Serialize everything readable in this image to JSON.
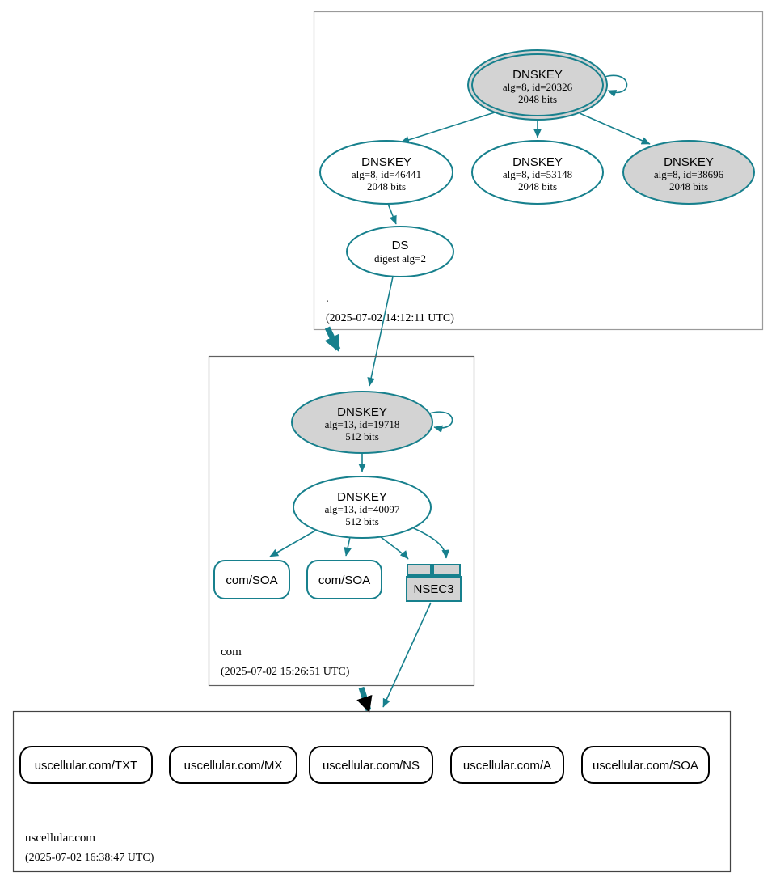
{
  "colors": {
    "secure_teal": "#17808d",
    "insecure_black": "#000000",
    "node_fill_gray": "#d3d3d3",
    "node_fill_white": "#ffffff",
    "zone_border_root": "#9a9a9a",
    "zone_border_com": "#5f5f5f",
    "zone_border_uscellular": "#434343",
    "background": "#ffffff"
  },
  "zones": {
    "root": {
      "name": ".",
      "timestamp": "(2025-07-02 14:12:11 UTC)",
      "nodes": {
        "ksk": {
          "title": "DNSKEY",
          "detail1": "alg=8, id=20326",
          "detail2": "2048 bits"
        },
        "zsk_left": {
          "title": "DNSKEY",
          "detail1": "alg=8, id=46441",
          "detail2": "2048 bits"
        },
        "zsk_mid": {
          "title": "DNSKEY",
          "detail1": "alg=8, id=53148",
          "detail2": "2048 bits"
        },
        "zsk_right": {
          "title": "DNSKEY",
          "detail1": "alg=8, id=38696",
          "detail2": "2048 bits"
        },
        "ds": {
          "title": "DS",
          "detail1": "digest alg=2"
        }
      }
    },
    "com": {
      "name": "com",
      "timestamp": "(2025-07-02 15:26:51 UTC)",
      "nodes": {
        "ksk": {
          "title": "DNSKEY",
          "detail1": "alg=13, id=19718",
          "detail2": "512 bits"
        },
        "zsk": {
          "title": "DNSKEY",
          "detail1": "alg=13, id=40097",
          "detail2": "512 bits"
        },
        "soa_left": {
          "label": "com/SOA"
        },
        "soa_right": {
          "label": "com/SOA"
        },
        "nsec3": {
          "label": "NSEC3"
        }
      }
    },
    "uscellular": {
      "name": "uscellular.com",
      "timestamp": "(2025-07-02 16:38:47 UTC)",
      "nodes": {
        "txt": {
          "label": "uscellular.com/TXT"
        },
        "mx": {
          "label": "uscellular.com/MX"
        },
        "ns": {
          "label": "uscellular.com/NS"
        },
        "a": {
          "label": "uscellular.com/A"
        },
        "soa": {
          "label": "uscellular.com/SOA"
        }
      }
    }
  }
}
